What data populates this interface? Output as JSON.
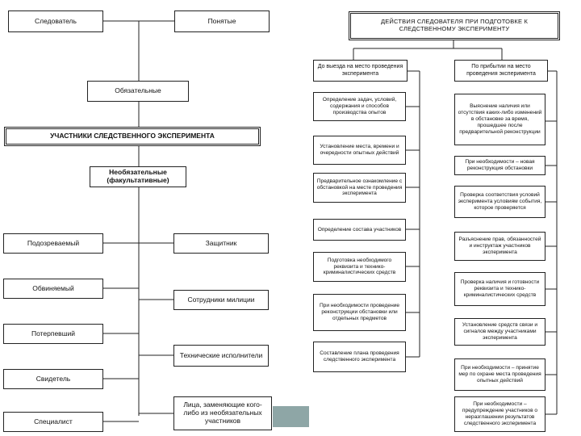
{
  "left": {
    "top_left": "Следователь",
    "top_right": "Понятые",
    "mandatory": "Обязательные",
    "main_title": "УЧАСТНИКИ СЛЕДСТВЕННОГО ЭКСПЕРИМЕНТА",
    "optional_line1": "Необязательные",
    "optional_line2": "(факультативные)",
    "left_column": [
      "Подозреваемый",
      "Обвиняемый",
      "Потерпевший",
      "Свидетель",
      "Специалист"
    ],
    "right_column": [
      "Защитник",
      "Сотрудники милиции",
      "Технические исполнители",
      "Лица, заменяющие кого-либо из необязательных участников"
    ]
  },
  "right": {
    "title": "ДЕЙСТВИЯ СЛЕДОВАТЕЛЯ ПРИ ПОДГОТОВКЕ К СЛЕДСТВЕННОМУ ЭКСПЕРИМЕНТУ",
    "col1_header": "До выезда на место проведения эксперимента",
    "col2_header": "По прибытии на место проведения эксперимента",
    "col1": [
      "Определение задач, условий, содержания и способов производства опытов",
      "Установление места, времени и очередности опытных действий",
      "Предварительное ознакомление с обстановкой на месте проведения эксперимента",
      "Определение состава участников",
      "Подготовка необходимого реквизита и технико-криминалистических средств",
      "При необходимости проведение реконструкции обстановки или отдельных предметов",
      "Составление плана проведения следственного эксперимента"
    ],
    "col2": [
      "Выяснение наличия или отсутствия каких-либо изменений в обстановке за время, прошедшее после предварительной реконструкции",
      "При необходимости – новая реконструкция обстановки",
      "Проверка соответствия условий эксперимента условиям события, которое проверяется",
      "Разъяснение прав, обязанностей и инструктаж участников эксперимента",
      "Проверка наличия и готовности реквизита и технико-криминалистических средств",
      "Установление средств связи и сигналов между участниками эксперимента",
      "При необходимости – принятие мер по охране места проведения опытных действий",
      "При необходимости – предупреждение участников о неразглашении результатов следственного эксперимента"
    ]
  },
  "colors": {
    "line": "#222222",
    "accent_box": "#8ea6a6"
  }
}
